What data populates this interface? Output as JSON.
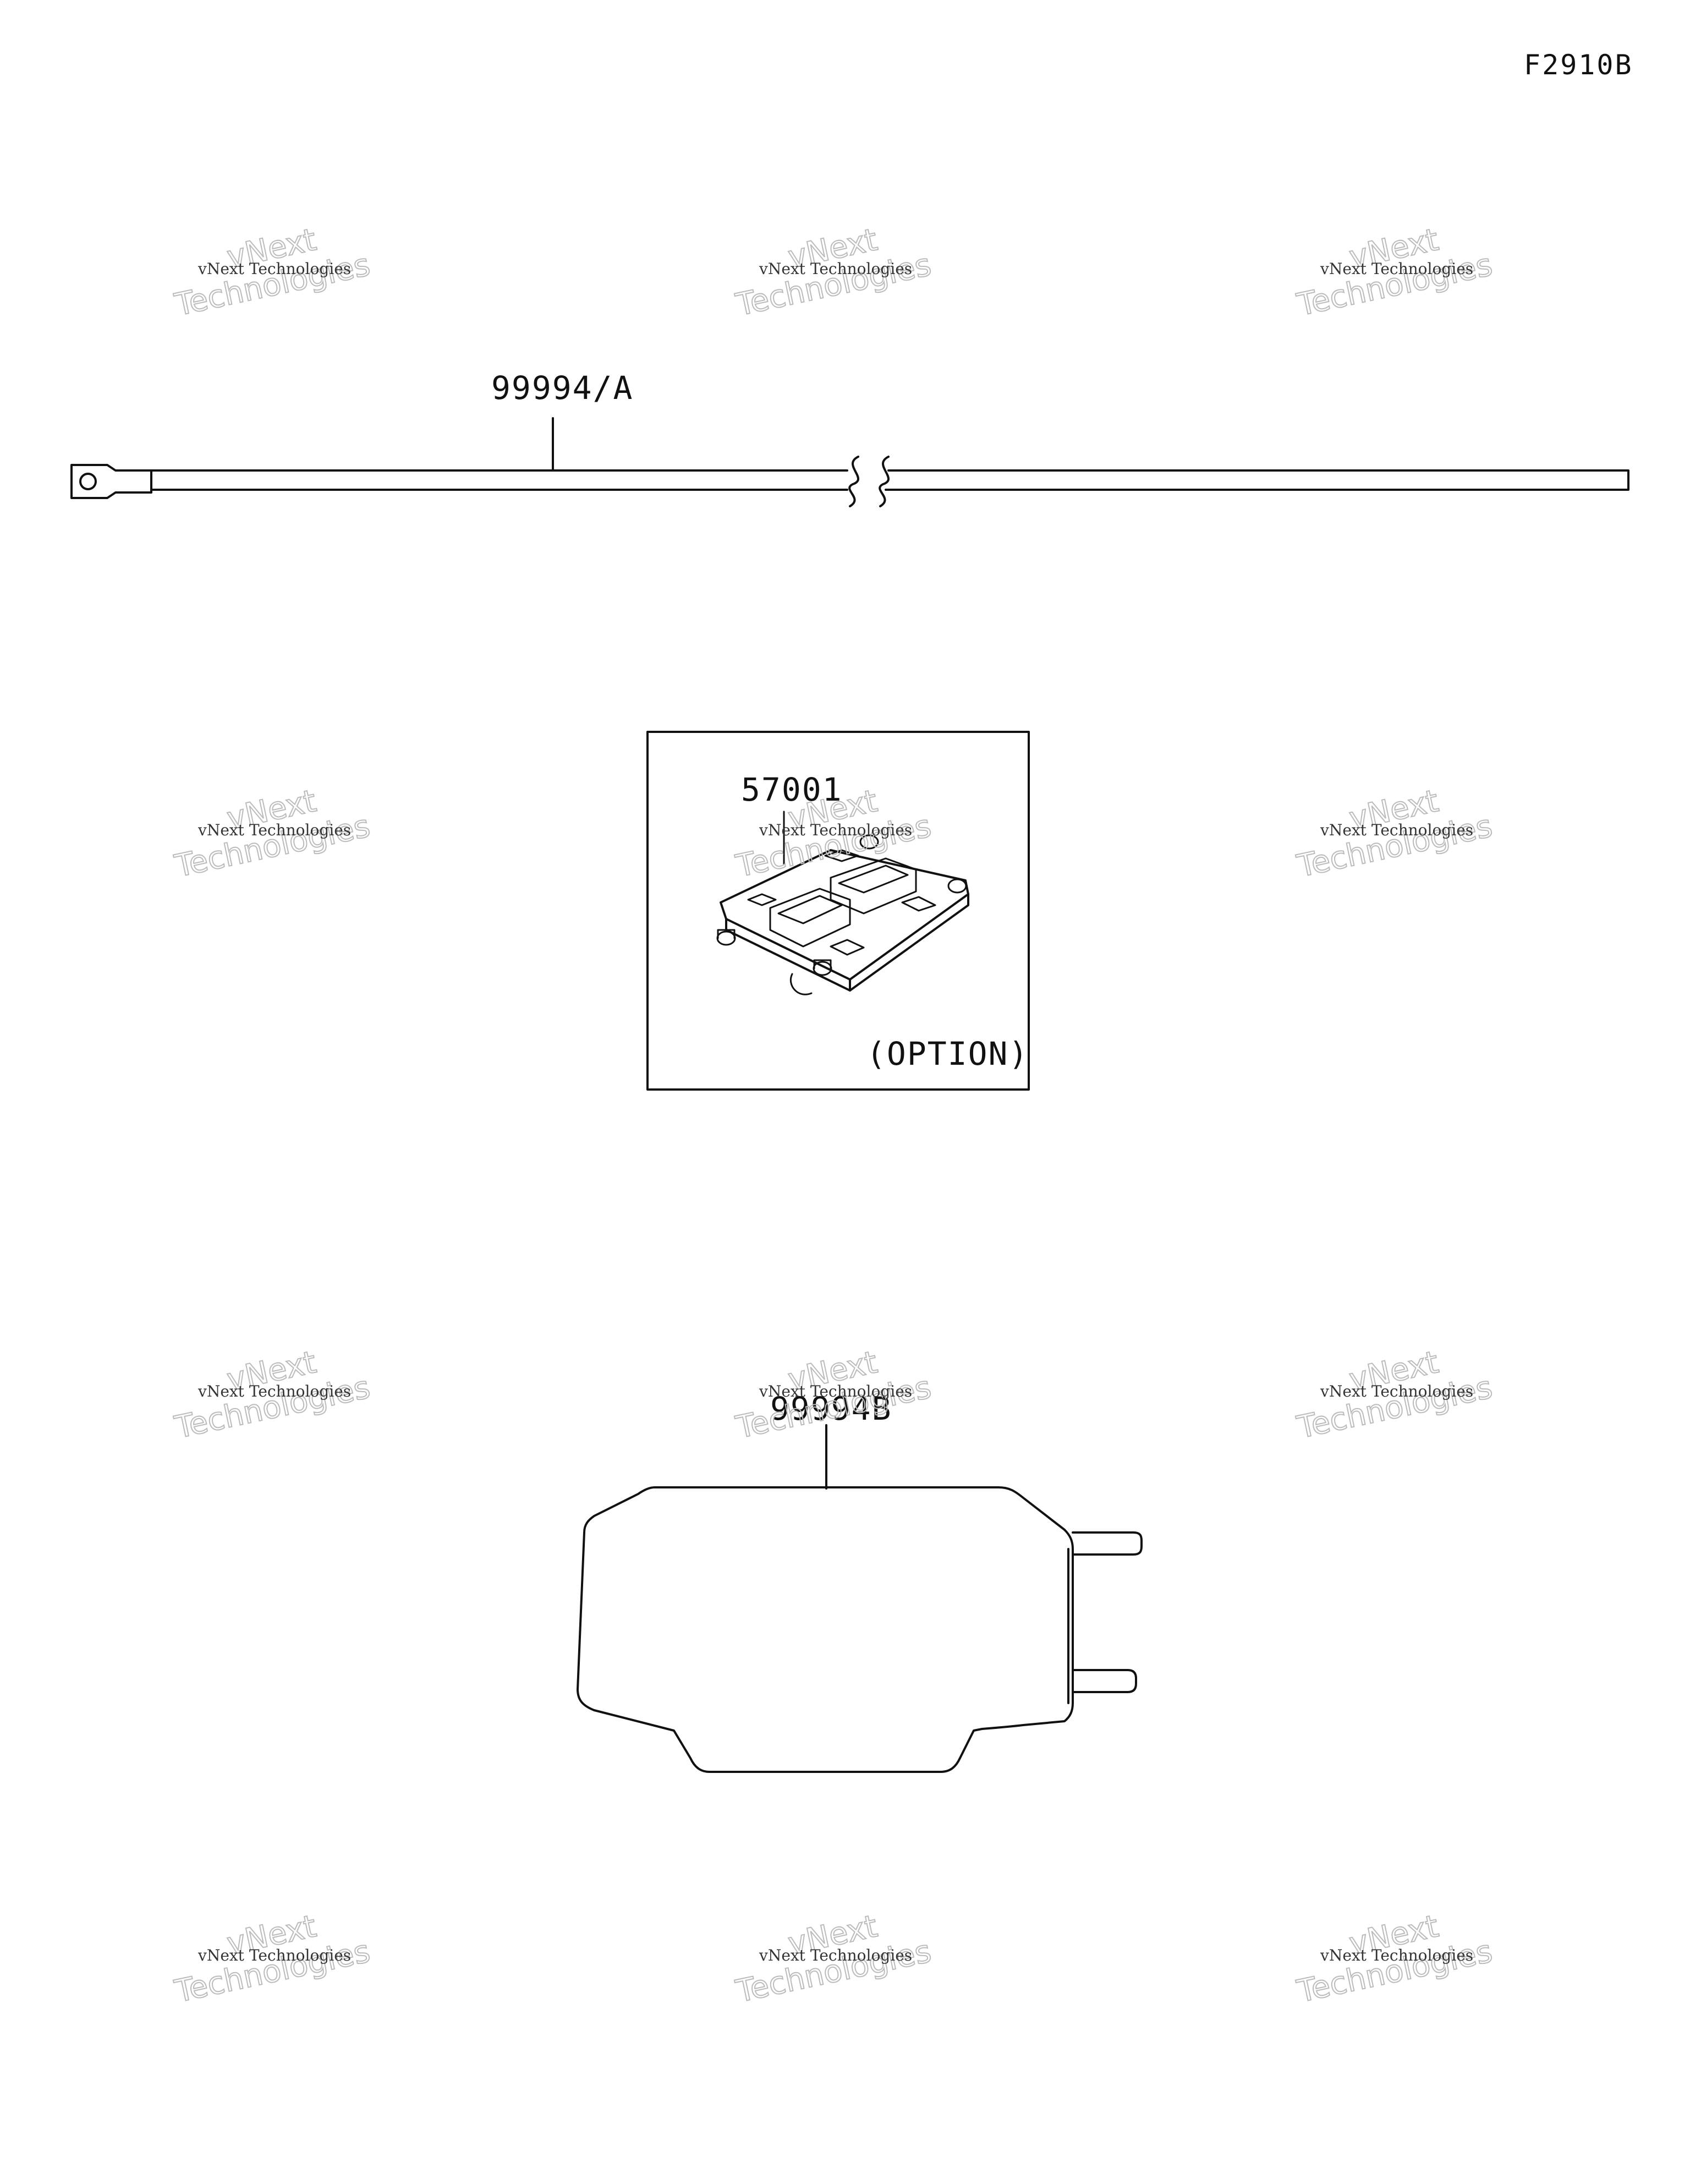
{
  "figure_code": "F2910B",
  "parts": {
    "cable_tie": {
      "part_number": "99994/A"
    },
    "bracket": {
      "part_number": "57001",
      "note": "(OPTION)"
    },
    "cover": {
      "part_number": "99994B"
    }
  },
  "watermark": {
    "line1": "vNext Technologies",
    "line2": "vNext",
    "line3": "Technologies"
  }
}
